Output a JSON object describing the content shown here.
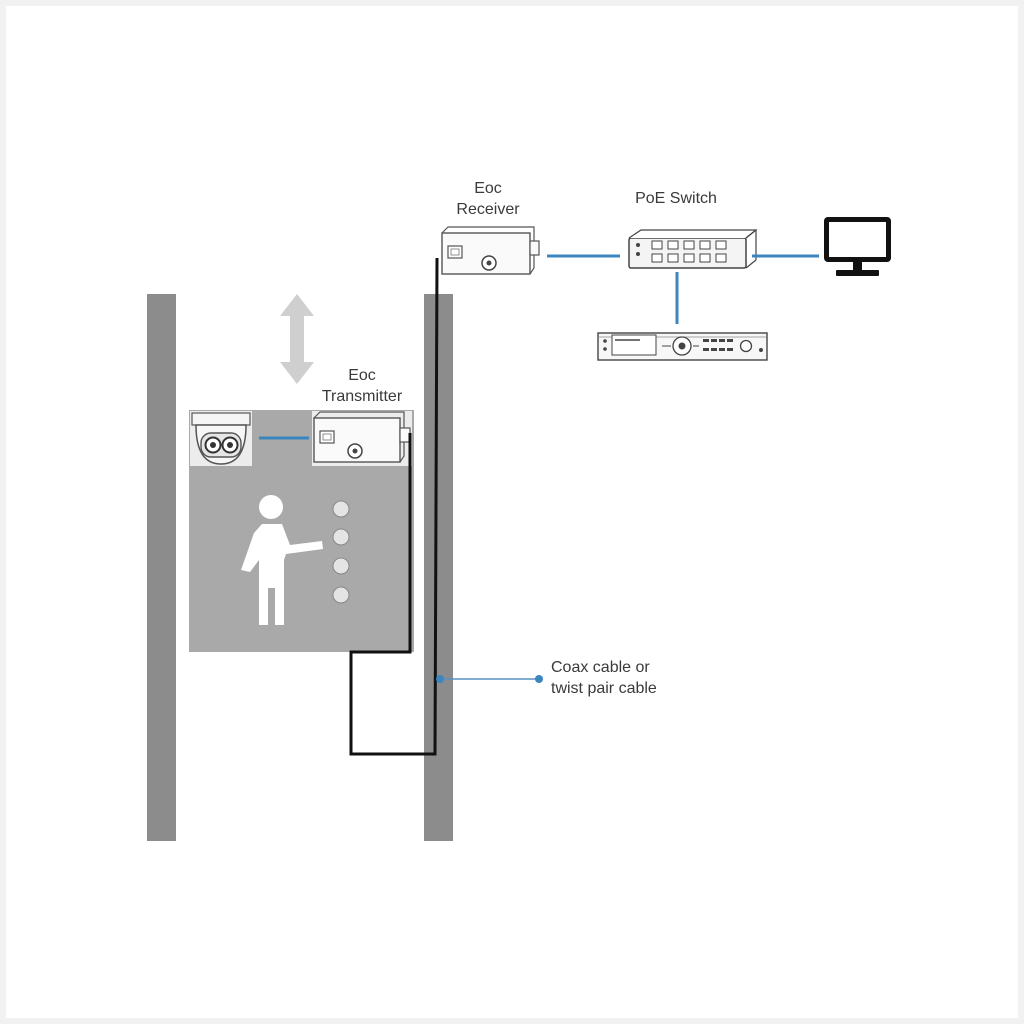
{
  "labels": {
    "eoc_receiver": [
      "Eoc",
      "Receiver"
    ],
    "poe_switch": "PoE Switch",
    "eoc_transmitter": [
      "Eoc",
      "Transmitter"
    ],
    "cable": [
      "Coax cable or",
      "twist pair cable"
    ]
  },
  "colors": {
    "shaft_rail": "#8c8c8c",
    "elevator_car": "#a9a9a9",
    "network_link": "#3c86c0",
    "cable": "#111111",
    "callout_line": "#5a8fc2",
    "arrow": "#cfcfcf"
  },
  "icons": {
    "camera": "dome-camera-icon",
    "transmitter": "eoc-transmitter-icon",
    "receiver": "eoc-receiver-icon",
    "switch": "poe-switch-icon",
    "monitor": "monitor-icon",
    "nvr": "nvr-recorder-icon",
    "person": "person-icon",
    "direction": "up-down-arrow-icon"
  }
}
